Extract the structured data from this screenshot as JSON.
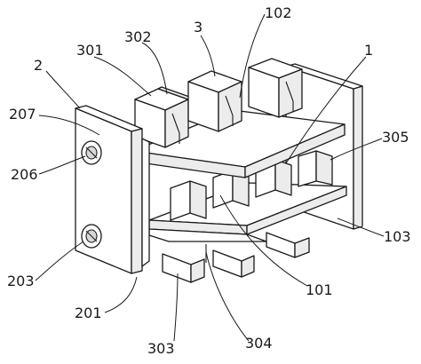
{
  "labels": {
    "l1": "1",
    "l2": "2",
    "l3": "3",
    "l101": "101",
    "l102": "102",
    "l103": "103",
    "l201": "201",
    "l203": "203",
    "l206": "206",
    "l207": "207",
    "l301": "301",
    "l302": "302",
    "l303": "303",
    "l304": "304",
    "l305": "305"
  },
  "colors": {
    "line": "#1a1a1a",
    "background": "#ffffff"
  }
}
